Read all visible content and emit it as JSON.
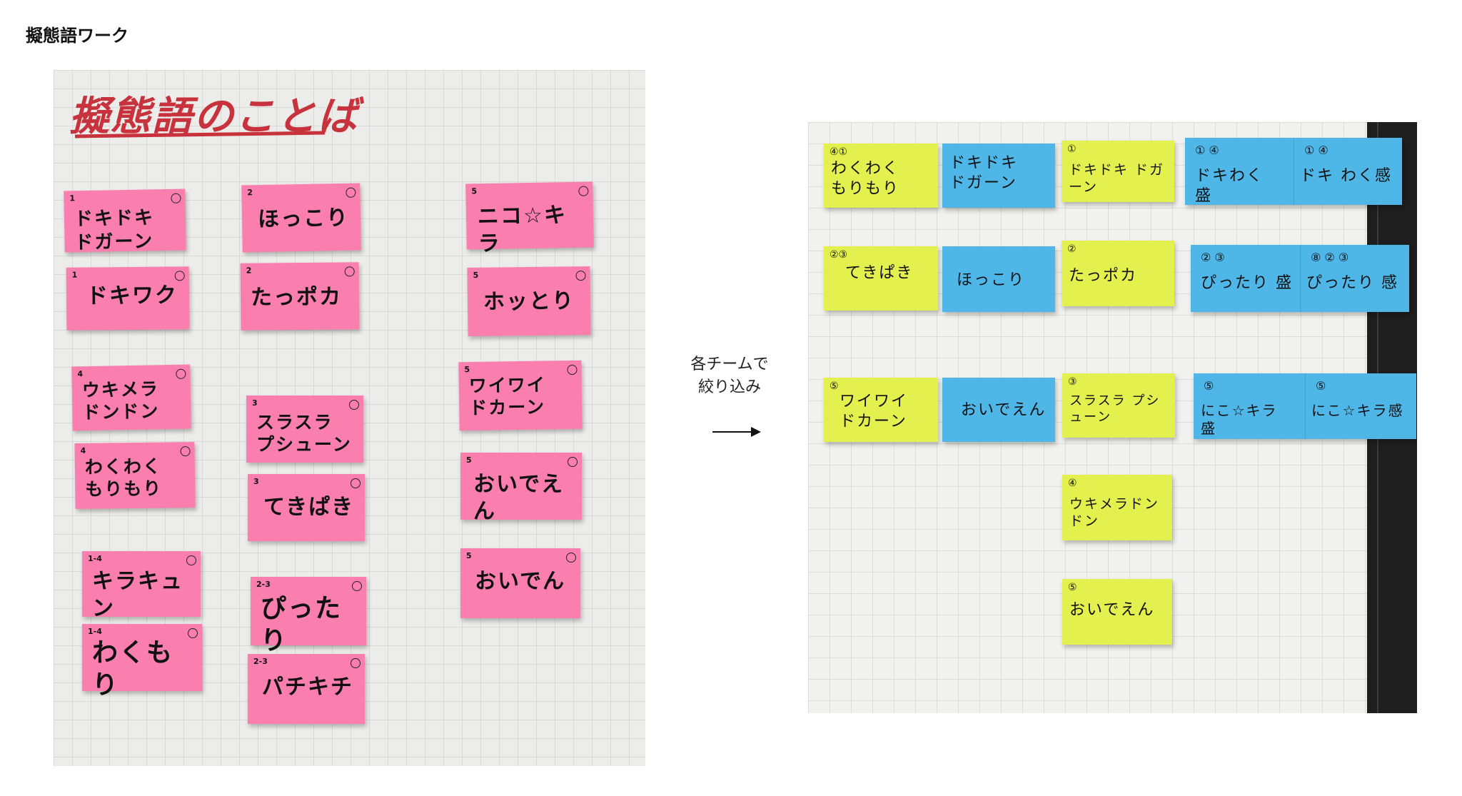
{
  "title": "擬態語ワーク",
  "poster_title": "擬態語のことば",
  "arrow_label": "各チームで\n絞り込み",
  "left_notes": [
    {
      "num": "1",
      "text": "ドキドキ\n  ドガーン"
    },
    {
      "num": "1",
      "text": "ドキワク"
    },
    {
      "num": "4",
      "text": "ウキメラ\n  ドンドン"
    },
    {
      "num": "4",
      "text": "わくわく\n もりもり"
    },
    {
      "num": "1-4",
      "text": "キラキュン"
    },
    {
      "num": "1-4",
      "text": "わくもり"
    },
    {
      "num": "2",
      "text": "ほっこり"
    },
    {
      "num": "2",
      "text": "たっポカ"
    },
    {
      "num": "3",
      "text": "スラスラ\n プシューン"
    },
    {
      "num": "3",
      "text": "てきぱき"
    },
    {
      "num": "2-3",
      "text": "ぴったり"
    },
    {
      "num": "2-3",
      "text": "パチキチ"
    },
    {
      "num": "5",
      "text": "ニコ☆キラ"
    },
    {
      "num": "5",
      "text": "ホッとり"
    },
    {
      "num": "5",
      "text": "ワイワイ\n  ドカーン"
    },
    {
      "num": "5",
      "text": "おいでえん"
    },
    {
      "num": "5",
      "text": "おいでん"
    }
  ],
  "right_notes": [
    {
      "num": "④①",
      "text": "わくわく\n   もりもり",
      "color": "yellow"
    },
    {
      "num": "",
      "text": "ドキドキ\n    ドガーン",
      "color": "blue"
    },
    {
      "num": "①",
      "text": "ドキドキ ドガーン",
      "color": "yellow"
    },
    {
      "num": "②③",
      "text": "てきぱき",
      "color": "yellow"
    },
    {
      "num": "",
      "text": "ほっこり",
      "color": "blue"
    },
    {
      "num": "②",
      "text": "たっポカ",
      "color": "yellow"
    },
    {
      "num": "⑤",
      "text": "ワイワイ\n  ドカーン",
      "color": "yellow"
    },
    {
      "num": "",
      "text": "おいでえん",
      "color": "blue"
    },
    {
      "num": "③",
      "text": "スラスラ プシューン",
      "color": "yellow"
    },
    {
      "num": "④",
      "text": "ウキメラドンドン",
      "color": "yellow"
    },
    {
      "num": "⑤",
      "text": "おいでえん",
      "color": "yellow"
    }
  ],
  "split_notes": [
    {
      "left_num": "① ④",
      "left_text": "ドキわく 盛",
      "right_num": "① ④",
      "right_text": "ドキ わく感"
    },
    {
      "left_num": "② ③",
      "left_text": "ぴったり 盛",
      "right_num": "⑧ ② ③",
      "right_text": "ぴったり 感"
    },
    {
      "left_num": "⑤",
      "left_text": "にこ☆キラ 盛",
      "right_num": "⑤",
      "right_text": "にこ☆キラ感"
    }
  ]
}
